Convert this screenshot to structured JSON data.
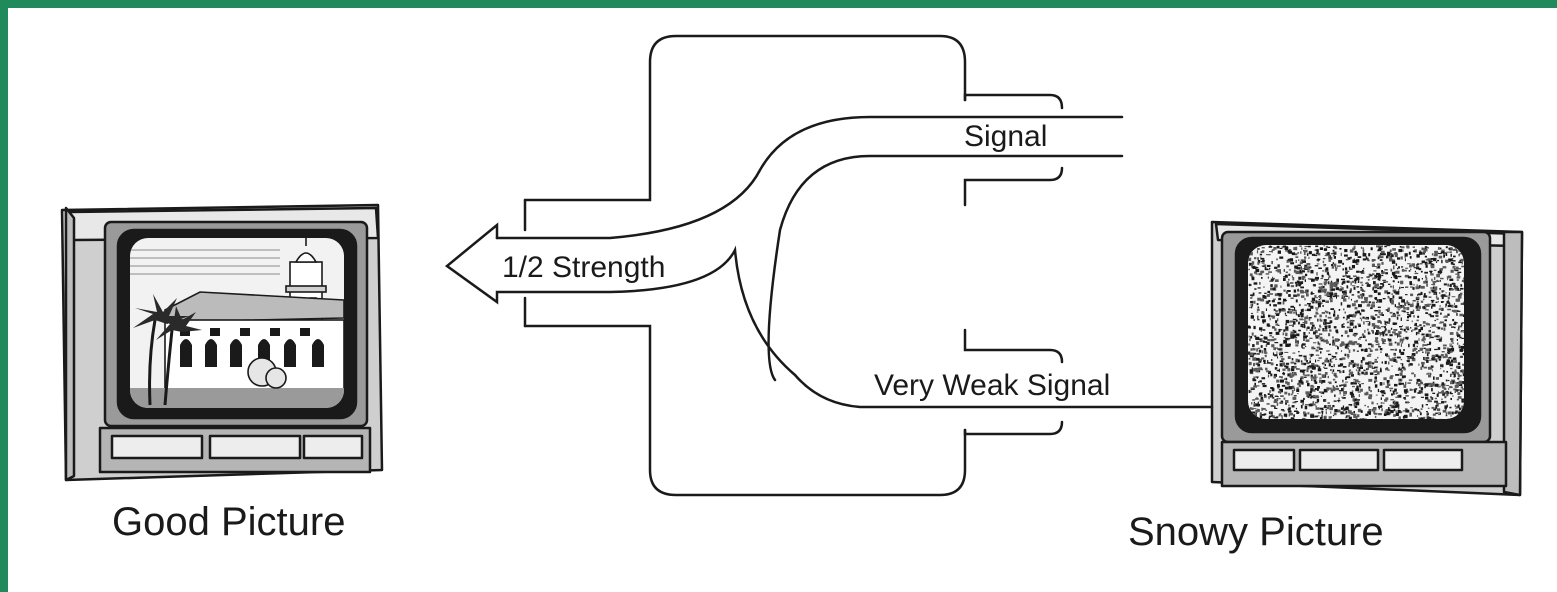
{
  "colors": {
    "frame": "#1f8a5b",
    "ink": "#1a1a1a",
    "paper": "#ffffff"
  },
  "labels": {
    "signal": "Signal",
    "half_strength": "1/2 Strength",
    "very_weak_signal": "Very Weak Signal"
  },
  "captions": {
    "left_tv": "Good Picture",
    "right_tv": "Snowy Picture"
  }
}
